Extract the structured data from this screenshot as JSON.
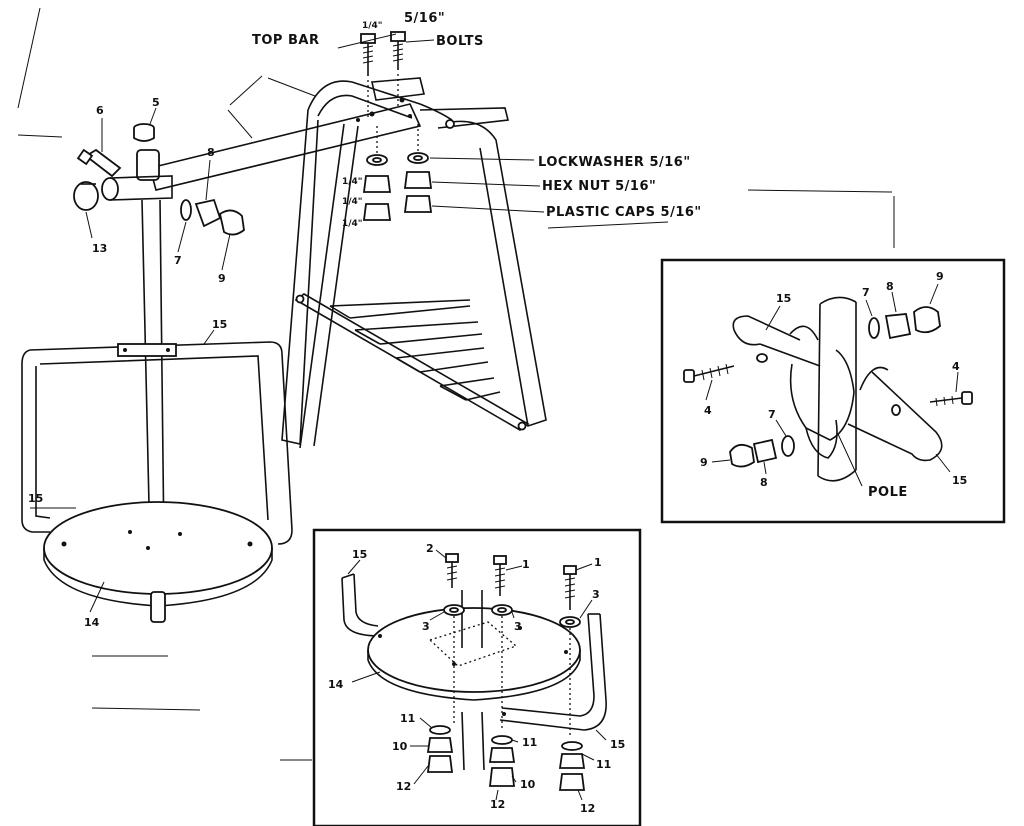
{
  "diagram": {
    "main_labels": {
      "top_bar": "TOP BAR",
      "bolts": "BOLTS",
      "bolt_size_a": "1/4\"",
      "bolt_size_b": "5/16\"",
      "lockwasher": "LOCKWASHER 5/16\"",
      "hex_nut": "HEX NUT 5/16\"",
      "plastic_caps": "PLASTIC CAPS 5/16\"",
      "quarter_1": "1/4\"",
      "quarter_2": "1/4\"",
      "quarter_3": "1/4\""
    },
    "main_numbers": {
      "n5": "5",
      "n6": "6",
      "n8": "8",
      "n13": "13",
      "n7": "7",
      "n9": "9",
      "n15_top": "15",
      "n15_side": "15",
      "n14": "14"
    },
    "right_inset": {
      "n15_top": "15",
      "n7": "7",
      "n8": "8",
      "n9": "9",
      "n4_left": "4",
      "n4_right": "4",
      "n7_low": "7",
      "n9_low": "9",
      "n8_low": "8",
      "pole": "POLE",
      "n15_low": "15"
    },
    "bottom_inset": {
      "n15_left": "15",
      "n2": "2",
      "n1_mid": "1",
      "n1_right": "1",
      "n3_left": "3",
      "n3_mid": "3",
      "n3_right": "3",
      "n14": "14",
      "n11_left": "11",
      "n10_left": "10",
      "n12_left": "12",
      "n11_mid": "11",
      "n10_mid": "10",
      "n12_mid": "12",
      "n15_right": "15",
      "n11_right": "11",
      "n12_right": "12"
    }
  }
}
